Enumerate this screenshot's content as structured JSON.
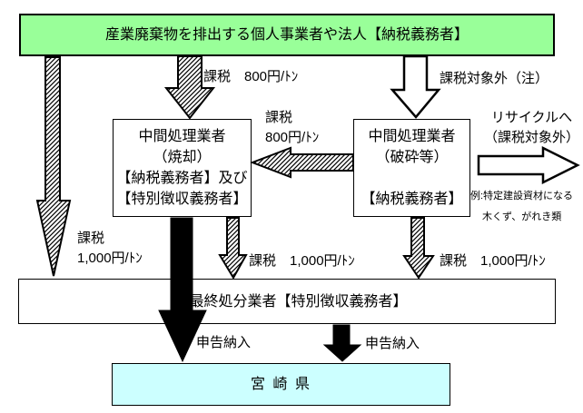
{
  "diagram": {
    "boxes": {
      "emitter": "産業廃棄物を排出する個人事業者や法人【納税義務者】",
      "incinerator": {
        "lines": [
          "中間処理業者",
          "（焼却）",
          "【納税義務者】及び",
          "【特別徴収義務者】"
        ]
      },
      "crusher": {
        "lines": [
          "中間処理業者",
          "（破砕等）",
          "【納税義務者】"
        ]
      },
      "final_disposal": "最終処分業者【特別徴収義務者】",
      "prefecture": "宮 崎 県"
    },
    "labels": {
      "tax_800_top": "課税　800円/ﾄﾝ",
      "non_taxable_top": "課税対象外（注）",
      "tax_800_side": [
        "課税",
        "800円/ﾄﾝ"
      ],
      "recycle": [
        "リサイクルへ",
        "（課税対象外）"
      ],
      "recycle_note1": "例:特定建設資材になる",
      "recycle_note2": "木くず、がれき類",
      "tax_1000_left": [
        "課税",
        "1,000円/ﾄﾝ"
      ],
      "tax_1000_mid": "課税　1,000円/ﾄﾝ",
      "tax_1000_right": "課税　1,000円/ﾄﾝ",
      "declare_left": "申告納入",
      "declare_right": "申告納入"
    },
    "colors": {
      "emitter_bg": "#99ff99",
      "prefecture_bg": "#ccffff",
      "arrow_fill": "#000000"
    }
  }
}
